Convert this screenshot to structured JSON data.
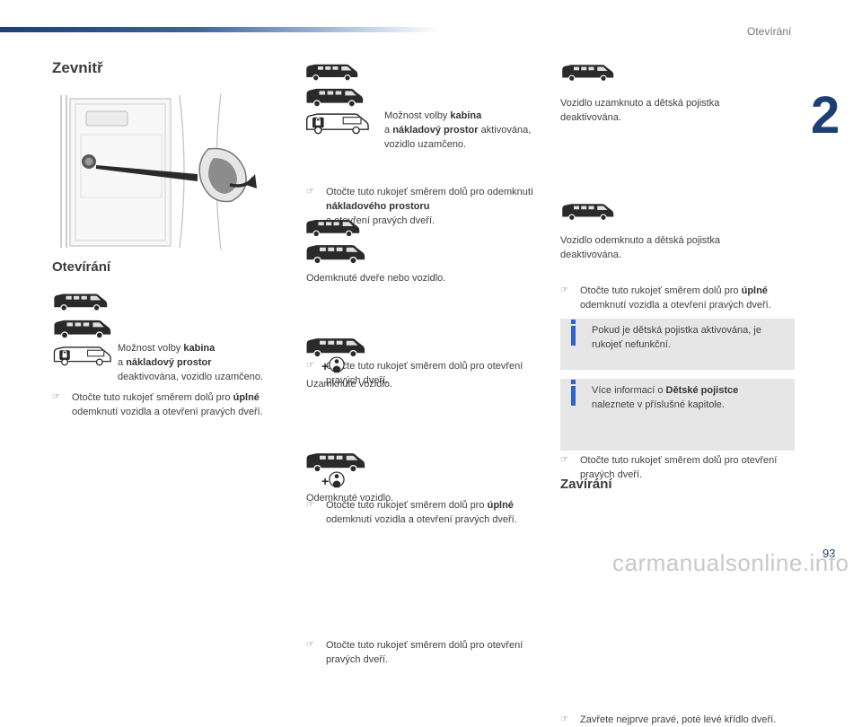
{
  "header": {
    "section": "Otevírání",
    "chapter_number": "2"
  },
  "col1": {
    "title": "Zevnitř",
    "subtitle": "Otevírání",
    "note_pre": "Možnost volby ",
    "note_b1": "kabina",
    "note_mid": "a ",
    "note_b2": "nákladový prostor",
    "note_post": "deaktivována, vozidlo uzamčeno.",
    "bullet_pre": "Otočte tuto rukojeť směrem dolů pro ",
    "bullet_b": "úplné",
    "bullet_post": "odemknutí vozidla a otevření pravých dveří."
  },
  "col2": {
    "b1_pre": "Možnost volby ",
    "b1_b1": "kabina",
    "b1_mid": "a ",
    "b1_b2": "nákladový prostor",
    "b1_post1": " aktivována,",
    "b1_post2": "vozidlo uzamčeno.",
    "b1_bullet_pre": "Otočte tuto rukojeť směrem dolů pro odemknutí ",
    "b1_bullet_b": "nákladového prostoru",
    "b1_bullet_post": "a otevření pravých dveří.",
    "b2_text": "Odemknuté dveře nebo vozidlo.",
    "b2_bullet": "Otočte tuto rukojeť směrem dolů pro otevření pravých dveří.",
    "b3_text": "Uzamknuté vozidlo.",
    "b3_bullet_pre": "Otočte tuto rukojeť směrem dolů pro ",
    "b3_bullet_b": "úplné",
    "b3_bullet_post": "odemknutí vozidla a otevření pravých dveří.",
    "b4_text": "Odemknuté vozidlo.",
    "b4_bullet": "Otočte tuto rukojeť směrem dolů pro otevření pravých dveří."
  },
  "col3": {
    "c1_text": "Vozidlo uzamknuto a dětská pojistka deaktivována.",
    "c1_bullet_pre": "Otočte tuto rukojeť směrem dolů pro ",
    "c1_bullet_b": "úplné",
    "c1_bullet_post": "odemknutí vozidla a otevření pravých dveří.",
    "c2_text": "Vozidlo odemknuto a dětská pojistka deaktivována.",
    "c2_bullet": "Otočte tuto rukojeť směrem dolů pro otevření pravých dveří.",
    "info1": "Pokud je dětská pojistka aktivována, je rukojeť nefunkční.",
    "info2_pre": "Více informací o ",
    "info2_b": "Dětské pojistce",
    "info2_post": "naleznete v příslušné kapitole.",
    "closing_title": "Zavírání",
    "closing_bullet": "Zavřete nejprve pravé, poté levé křídlo dveří."
  },
  "footer": {
    "page": "93",
    "watermark": "carmanualsonline.info"
  },
  "colors": {
    "brand": "#1d3f73",
    "info_icon": "#2f64c8",
    "info_bg": "#e6e6e6",
    "van": "#2a2a2a"
  }
}
